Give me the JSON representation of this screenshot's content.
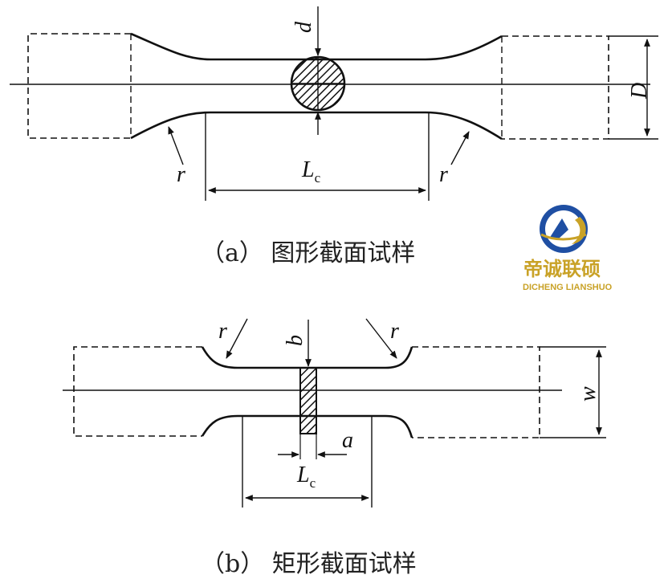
{
  "figure_a": {
    "label_d": "d",
    "label_D": "D",
    "label_r_left": "r",
    "label_r_right": "r",
    "label_L": "L",
    "label_L_sub": "c",
    "caption": "（a）  图形截面试样"
  },
  "figure_b": {
    "label_b": "b",
    "label_a": "a",
    "label_w": "w",
    "label_r_left": "r",
    "label_r_right": "r",
    "label_L": "L",
    "label_L_sub": "c",
    "caption": "（b）  矩形截面试样"
  },
  "logo": {
    "name_cn": "帝诚联硕",
    "name_en": "DICHENG LIANSHUO",
    "color_blue": "#1f4fa3",
    "color_gold": "#c9a227"
  }
}
